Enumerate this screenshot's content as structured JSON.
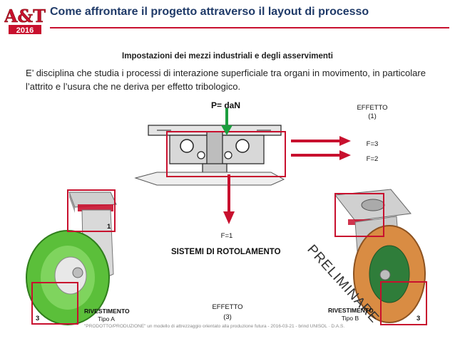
{
  "logo": {
    "letters": "A&T",
    "year": "2016"
  },
  "header": {
    "title": "Come affrontare il progetto attraverso il layout di processo"
  },
  "section": {
    "subtitle": "Impostazioni dei mezzi industriali e degli asservimenti",
    "body": "E’ disciplina che studia i processi di interazione superficiale tra organi in movimento, in particolare l’attrito e l’usura che ne deriva per effetto tribologico."
  },
  "diagram": {
    "load_label": "P= daN",
    "effect1_label": "EFFETTO",
    "effect1_index": "(1)",
    "f3_label": "F=3",
    "f2_label": "F=2",
    "f1_label": "F=1",
    "system_label": "SISTEMI DI ROTOLAMENTO",
    "effect3_label": "EFFETTO",
    "effect3_index": "(3)"
  },
  "caster_a": {
    "box_top_number": "1",
    "box_bottom_number": "3",
    "coating_label": "RIVESTIMENTO",
    "type_label": "Tipo A"
  },
  "caster_b": {
    "box_bottom_number": "3",
    "coating_label": "RIVESTIMENTO",
    "type_label": "Tipo B",
    "watermark": "PRELIMINARE"
  },
  "footer": {
    "text": "\"PRODOTTO/PRODUZIONE\" un modello di attrezzaggio orientato alla produzione futura - 2016-03-21 - brind UNISOL · D.A.S."
  },
  "colors": {
    "accent_red": "#c8102e",
    "title_blue": "#1f3a68",
    "wheel_green": "#5bbf3a",
    "wheel_orange": "#d98c43",
    "load_green": "#1b9e3e"
  }
}
